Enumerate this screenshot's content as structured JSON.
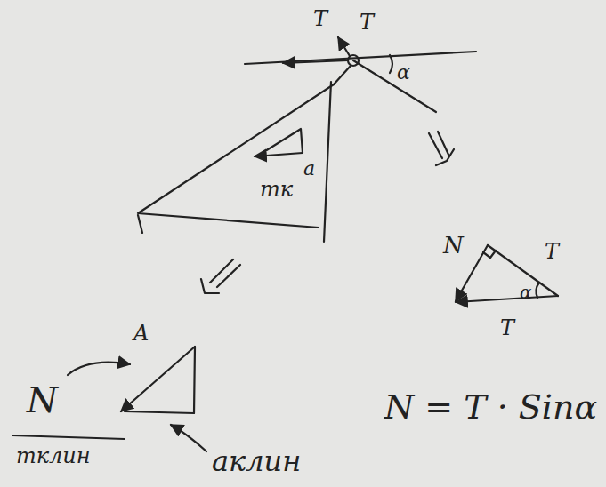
{
  "diagram": {
    "labels": [
      "T",
      "T",
      "α",
      "a",
      "mк",
      "N",
      "T",
      "α",
      "T",
      "A",
      "N",
      "mклин",
      "aклин",
      "N = T · Sinα"
    ]
  }
}
